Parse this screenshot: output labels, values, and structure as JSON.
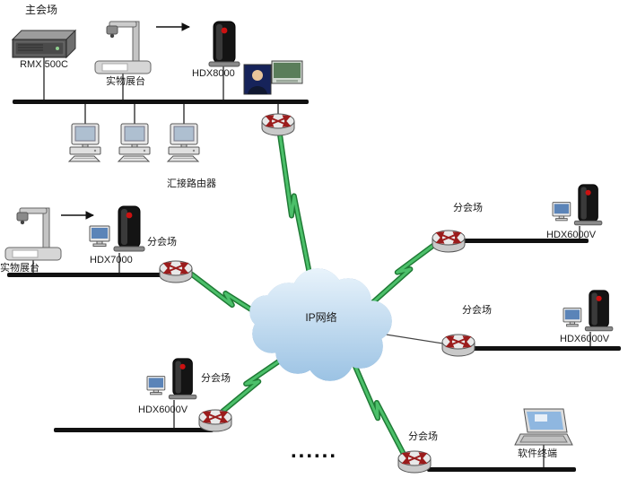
{
  "main_venue": {
    "title": "主会场",
    "rmx_label": "RMX 500C",
    "visualizer_label": "实物展台",
    "hdx_label": "HDX8000",
    "trunk_router_label": "汇接路由器"
  },
  "cloud": {
    "label": "IP网络"
  },
  "branch_left": {
    "visualizer_label": "实物展台",
    "hdx_label": "HDX7000",
    "label": "分会场"
  },
  "branch_top_right": {
    "label": "分会场",
    "hdx_label": "HDX6000V"
  },
  "branch_mid_right": {
    "label": "分会场",
    "hdx_label": "HDX6000V"
  },
  "branch_bottom_left": {
    "label": "分会场",
    "hdx_label": "HDX6000V"
  },
  "branch_bottom_right": {
    "label": "分会场",
    "terminal_label": "软件终端"
  },
  "ellipsis": "......",
  "colors": {
    "lightning_fill": "#4cc06a",
    "lightning_edge": "#1f7a35",
    "bus_line": "#111111",
    "cloud_stroke": "#4a7aa8",
    "cloud_fill_top": "#e8f3fb",
    "cloud_fill_bottom": "#9cc3e4",
    "router_arrows": "#9b1c1c",
    "codec_badge": "#cc1111"
  }
}
